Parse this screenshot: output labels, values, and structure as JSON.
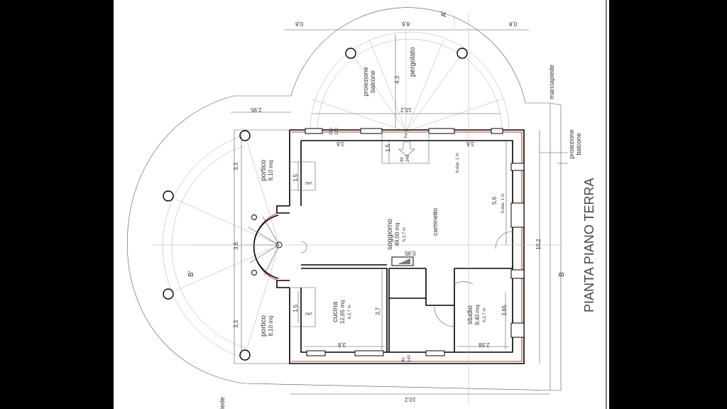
{
  "title": "PIANTA PIANO TERRA",
  "rooms": {
    "soggiorno": {
      "name": "soggiorno",
      "area": "49,00 mq",
      "height": "h.2,7 m"
    },
    "cucina": {
      "name": "cucina",
      "area": "12,65 mq",
      "height": "h.2,7 m"
    },
    "studio": {
      "name": "studio",
      "area": "9,40 mq",
      "height": "h.2,7 m"
    },
    "portico_top": {
      "name": "portico",
      "area": "8,10 mq"
    },
    "portico_bottom": {
      "name": "portico",
      "area": "8,10 mq"
    }
  },
  "labels": {
    "pergolato": "pergolato",
    "proiezione_balcone": "proiezione balcone",
    "marciapiede": "marciapiede",
    "marciapiede_cut": "iede",
    "caminetto": "caminetto",
    "section_a": "A'",
    "section_b": "B",
    "section_b2": "B'",
    "h_dav_1": "h.dav. 1 m",
    "h_dav_2": "h.dav. 1 m",
    "stair_z": "Z"
  },
  "dimensions": {
    "top_left": "0,8",
    "top_mid": "8,6",
    "top_right": "0,8",
    "pergola_depth": "4,3",
    "pergola_width": "10,2",
    "left_arc": "2,95",
    "wall_3_6_top": "3,6",
    "wall_3_6_right": "3,6",
    "entry_1_5": "1,5",
    "left_3_3_top": "3,3",
    "left_3_6": "3,6",
    "left_3_3_bottom": "3,3",
    "porch_1_5_top": "1,5",
    "porch_1_5_bottom": "1,5",
    "right_5_6": "5,6",
    "right_10_2": "10,2",
    "hearth_0_95": "0,95",
    "cucina_3_7": "3,7",
    "cucina_3_8": "3,8",
    "studio_3_65": "3,65",
    "studio_2_58": "2,58",
    "bottom_10_2": "10,2",
    "w_210": "210",
    "w_170": "170",
    "w_240": "240",
    "w_90": "90",
    "w_240b": "240",
    "w_80": "80",
    "w_140": "140",
    "w_240c": "240"
  }
}
